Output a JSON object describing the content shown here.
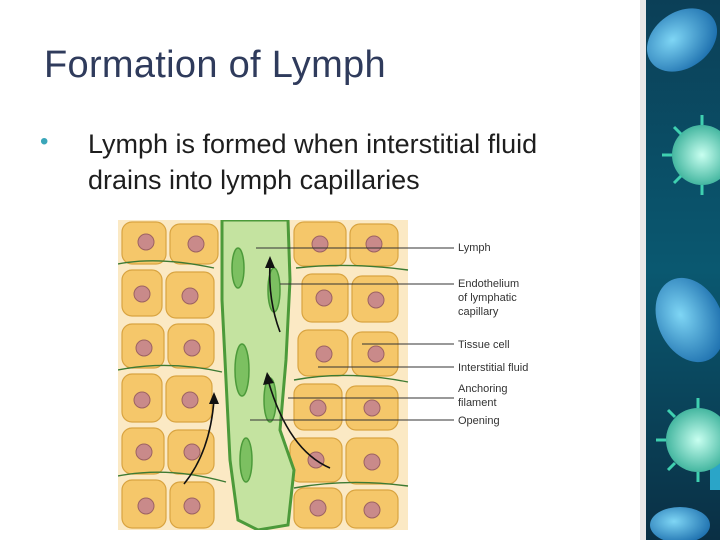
{
  "slide": {
    "title": "Formation of Lymph",
    "bullet": "Lymph is formed when interstitial fluid drains into lymph capillaries"
  },
  "diagram": {
    "labels": {
      "lymph": "Lymph",
      "endothelium_1": "Endothelium",
      "endothelium_2": "of lymphatic",
      "endothelium_3": "capillary",
      "tissue_cell": "Tissue cell",
      "interstitial_fluid": "Interstitial fluid",
      "anchoring_1": "Anchoring",
      "anchoring_2": "filament",
      "opening": "Opening"
    }
  },
  "colors": {
    "title": "#2f3b5c",
    "bullet": "#3aa6b9",
    "cell_fill": "#f5c76a",
    "nucleus": "#c98a8a",
    "vessel": "#c4e3a0",
    "vessel_wall": "#4c9a3a"
  }
}
